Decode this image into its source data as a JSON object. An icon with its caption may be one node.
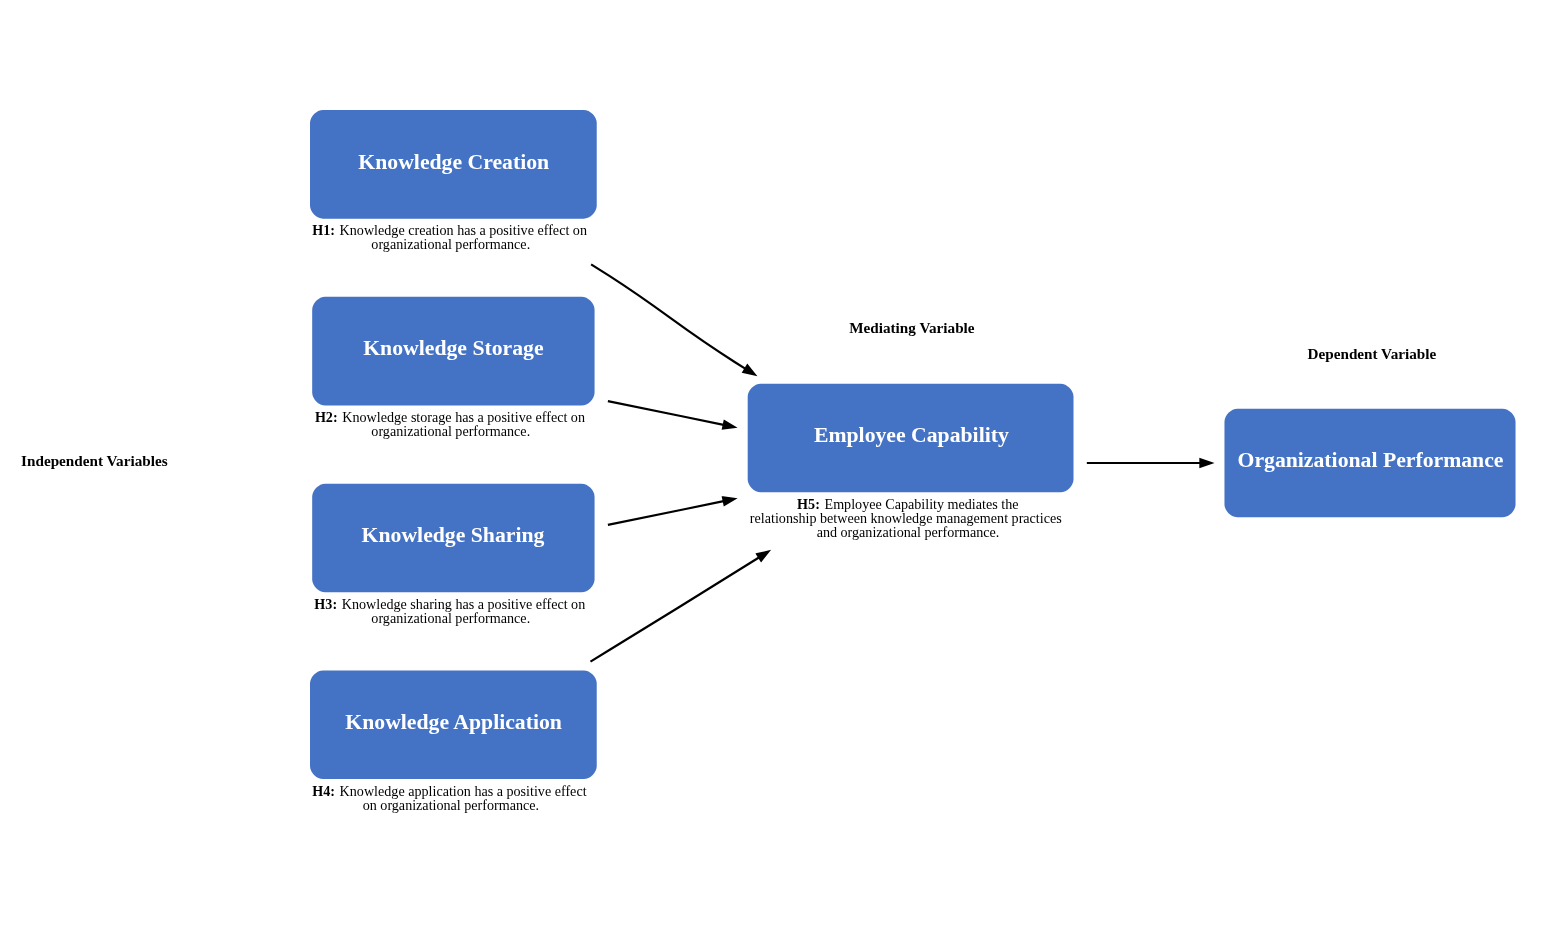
{
  "diagram": {
    "nodes": [
      {
        "text": [
          "Knowledge Creation"
        ],
        "beside": [
          "**H1:** Knowledge creation has a positive effect on organizational performance."
        ]
      },
      {
        "text": [
          "Knowledge Storage"
        ],
        "beside": [
          "**H2:** Knowledge storage has a positive effect on organizational performance."
        ]
      },
      {
        "text": [
          "Knowledge Sharing"
        ],
        "beside": [
          "**H3:** Knowledge sharing has a positive effect on organizational performance."
        ]
      },
      {
        "text": [
          "Knowledge Application"
        ],
        "beside": [
          "**H4:** Knowledge application has a positive effect on organizational performance."
        ]
      },
      {
        "text": [
          "Employee Capability"
        ],
        "beside": [
          "**H5:** Employee Capability mediates the relationship between knowledge management practices and organizational performance."
        ]
      },
      {
        "text": [
          "Organizational Performance"
        ]
      }
    ],
    "edges": [
      {
        "from": 0,
        "to": 4,
        "arrow": "to"
      },
      {
        "from": 1,
        "to": 4,
        "arrow": "to"
      },
      {
        "from": 2,
        "to": 4,
        "arrow": "to"
      },
      {
        "from": 3,
        "to": 4,
        "arrow": "to"
      },
      {
        "from": 4,
        "to": 5,
        "arrow": "to"
      }
    ],
    "labels": [
      "Independent Variables",
      "Mediating Variable",
      "Dependent Variable"
    ]
  }
}
